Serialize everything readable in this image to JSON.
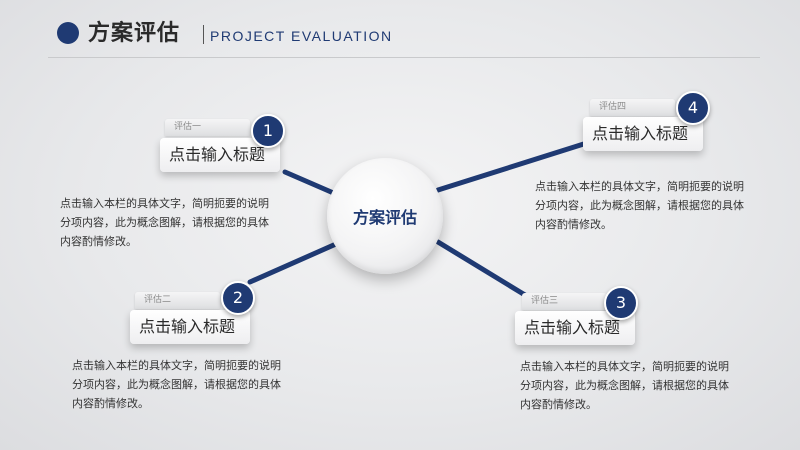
{
  "header": {
    "title": "方案评估",
    "subtitle": "PROJECT EVALUATION"
  },
  "center": {
    "label": "方案评估"
  },
  "items": [
    {
      "number": "1",
      "tag": "评估一",
      "title": "点击输入标题",
      "description": "点击输入本栏的具体文字，简明扼要的说明分项内容，此为概念图解，请根据您的具体内容酌情修改。"
    },
    {
      "number": "2",
      "tag": "评估二",
      "title": "点击输入标题",
      "description": "点击输入本栏的具体文字，简明扼要的说明分项内容，此为概念图解，请根据您的具体内容酌情修改。"
    },
    {
      "number": "3",
      "tag": "评估三",
      "title": "点击输入标题",
      "description": "点击输入本栏的具体文字，简明扼要的说明分项内容，此为概念图解，请根据您的具体内容酌情修改。"
    },
    {
      "number": "4",
      "tag": "评估四",
      "title": "点击输入标题",
      "description": "点击输入本栏的具体文字，简明扼要的说明分项内容，此为概念图解，请根据您的具体内容酌情修改。"
    }
  ],
  "colors": {
    "accent": "#1f3a73",
    "connector": "#1f3a73"
  }
}
